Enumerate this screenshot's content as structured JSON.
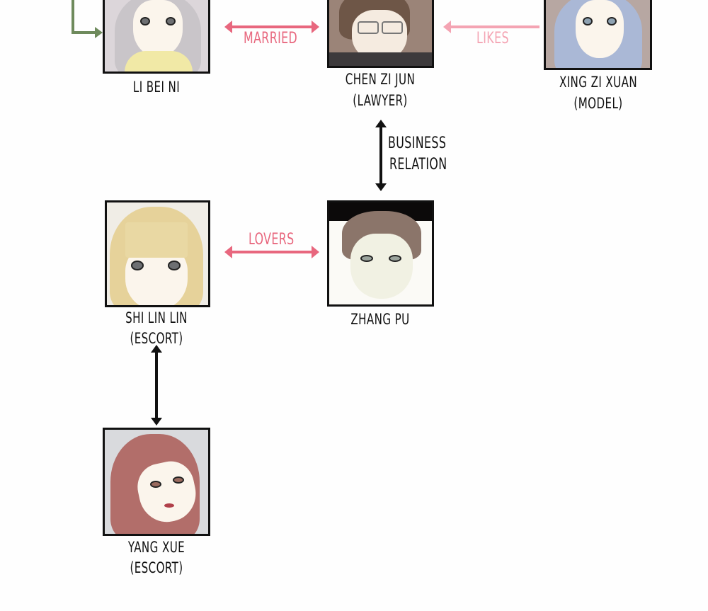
{
  "diagram": {
    "type": "character relationship chart",
    "colors": {
      "pink_relation": "#e8677e",
      "light_pink_relation": "#f4a4b3",
      "black_relation": "#111111",
      "green_connector": "#6e8a5c",
      "frame_border": "#111111",
      "background": "#fefefe"
    },
    "characters": [
      {
        "id": "li_bei_ni",
        "name": "LI BEI NI",
        "role": ""
      },
      {
        "id": "chen_zi_jun",
        "name": "CHEN ZI JUN",
        "role": "(LAWYER)"
      },
      {
        "id": "xing_zi_xuan",
        "name": "XING ZI XUAN",
        "role": "(MODEL)"
      },
      {
        "id": "shi_lin_lin",
        "name": "SHI LIN LIN",
        "role": "(ESCORT)"
      },
      {
        "id": "zhang_pu",
        "name": "ZHANG PU",
        "role": ""
      },
      {
        "id": "yang_xue",
        "name": "YANG XUE",
        "role": "(ESCORT)"
      }
    ],
    "relations": [
      {
        "from": "li_bei_ni",
        "to": "chen_zi_jun",
        "label": "MARRIED",
        "direction": "both",
        "color": "#e8677e"
      },
      {
        "from": "xing_zi_xuan",
        "to": "chen_zi_jun",
        "label": "LIKES",
        "direction": "one-way",
        "color": "#f4a4b3"
      },
      {
        "from": "chen_zi_jun",
        "to": "zhang_pu",
        "label_line1": "BUSINESS",
        "label_line2": "RELATION",
        "direction": "both",
        "color": "#111111"
      },
      {
        "from": "shi_lin_lin",
        "to": "zhang_pu",
        "label": "LOVERS",
        "direction": "both",
        "color": "#e8677e"
      },
      {
        "from": "shi_lin_lin",
        "to": "yang_xue",
        "label": "",
        "direction": "both",
        "color": "#111111"
      },
      {
        "from": "offscreen",
        "to": "li_bei_ni",
        "label": "",
        "direction": "one-way",
        "color": "#6e8a5c"
      }
    ]
  }
}
